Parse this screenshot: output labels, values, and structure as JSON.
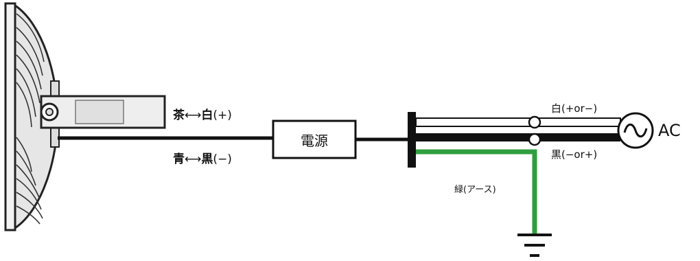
{
  "labels": {
    "brown_white": {
      "left": "茶",
      "arrow": "⟷",
      "right": "白",
      "sign": "(+)"
    },
    "blue_black": {
      "left": "青",
      "arrow": "⟷",
      "right": "黒",
      "sign": "(−)"
    },
    "power_supply": "電源",
    "white_line": "白(+or−)",
    "black_line": "黒(−or+)",
    "ground_line": "緑(アース)",
    "ac": "AC"
  },
  "colors": {
    "wire_black": "#111111",
    "wire_green": "#2f9e3f",
    "outline": "#222222"
  }
}
